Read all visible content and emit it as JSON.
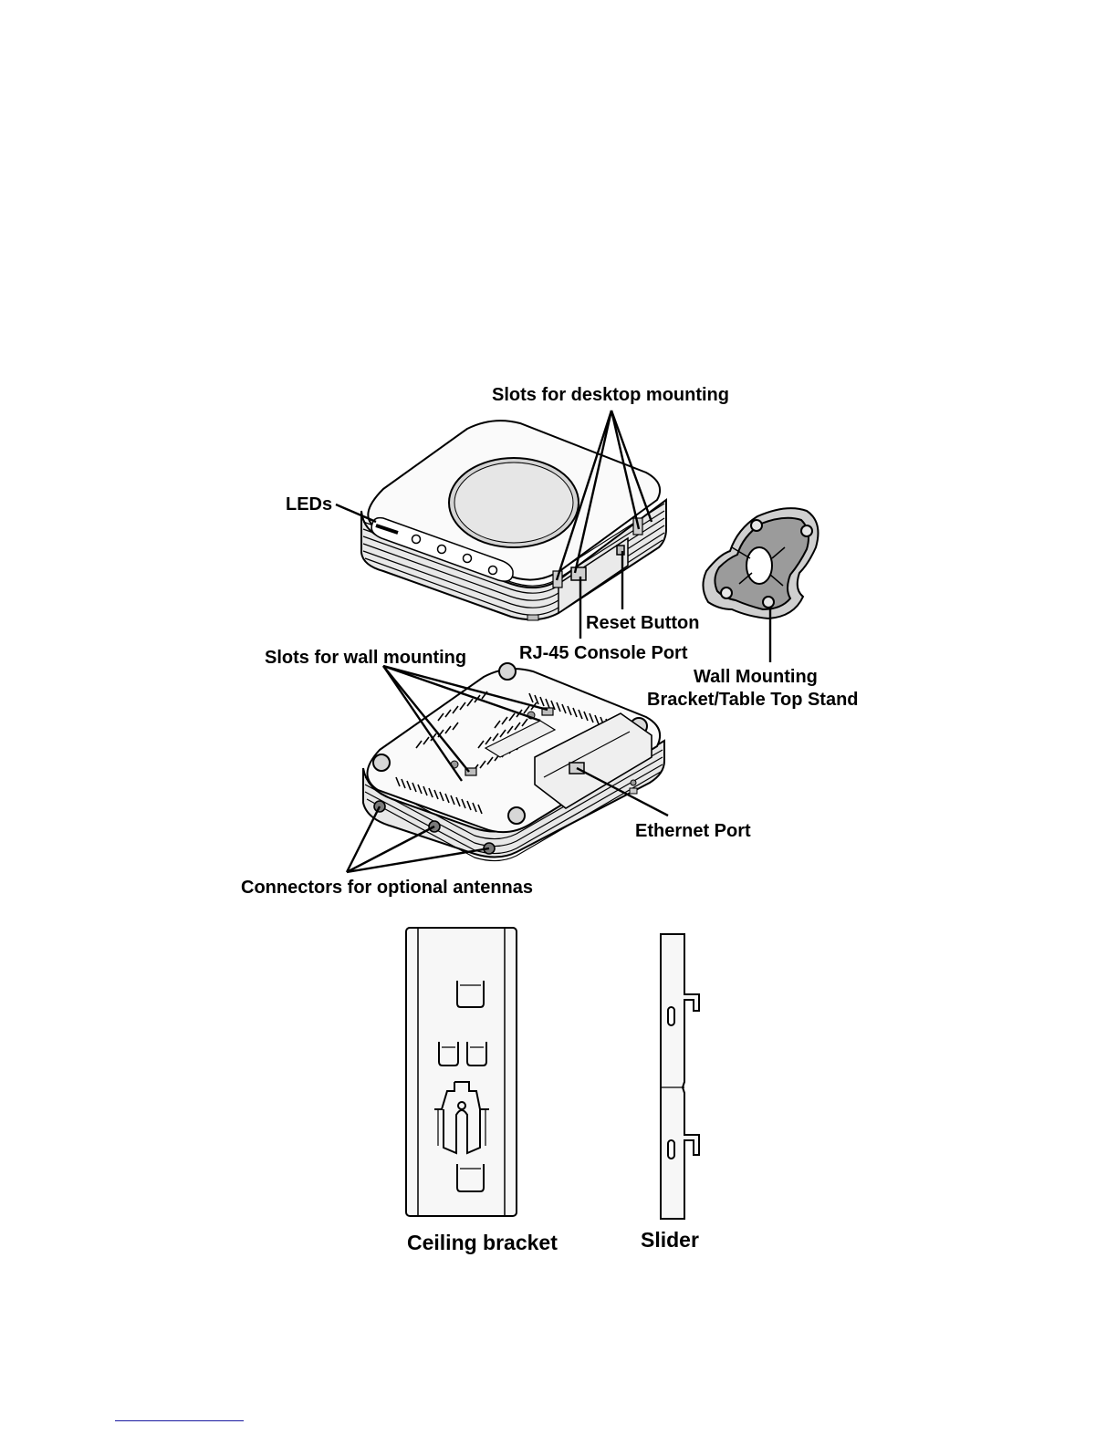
{
  "labels": {
    "slots_desktop": "Slots for desktop mounting",
    "leds": "LEDs",
    "reset_button": "Reset Button",
    "rj45_console": "RJ-45 Console Port",
    "slots_wall": "Slots for wall mounting",
    "wall_bracket_line1": "Wall Mounting",
    "wall_bracket_line2": "Bracket/Table Top Stand",
    "ethernet_port": "Ethernet Port",
    "connectors_antennas": "Connectors for optional antennas",
    "ceiling_bracket": "Ceiling bracket",
    "slider": "Slider"
  },
  "colors": {
    "line": "#000000",
    "fill_light": "#f4f4f4",
    "fill_mid": "#d9d9d9",
    "footnote_rule": "#1a1aa0"
  }
}
